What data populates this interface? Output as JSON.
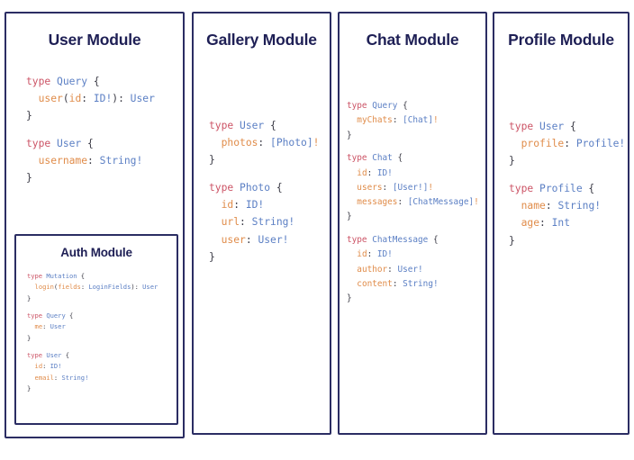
{
  "background": "#ffffff",
  "theme": {
    "border_color": "#2b2d63",
    "title_color": "#1e1f55",
    "keyword_color": "#cc5466",
    "typename_color": "#5b7fc4",
    "field_color": "#e08c4a",
    "punctuation_color": "#3b3b46"
  },
  "panels": {
    "user": {
      "title": "User Module",
      "blocks": [
        {
          "lines": [
            [
              {
                "t": "type ",
                "c": "k"
              },
              {
                "t": "Query",
                "c": "t"
              },
              {
                "t": " {",
                "c": "p"
              }
            ],
            [
              {
                "t": "  ",
                "c": "p"
              },
              {
                "t": "user",
                "c": "f"
              },
              {
                "t": "(",
                "c": "p"
              },
              {
                "t": "id",
                "c": "f"
              },
              {
                "t": ": ",
                "c": "p"
              },
              {
                "t": "ID!",
                "c": "t"
              },
              {
                "t": "): ",
                "c": "p"
              },
              {
                "t": "User",
                "c": "t"
              }
            ],
            [
              {
                "t": "}",
                "c": "p"
              }
            ]
          ]
        },
        {
          "lines": [
            [
              {
                "t": "type ",
                "c": "k"
              },
              {
                "t": "User",
                "c": "t"
              },
              {
                "t": " {",
                "c": "p"
              }
            ],
            [
              {
                "t": "  ",
                "c": "p"
              },
              {
                "t": "username",
                "c": "f"
              },
              {
                "t": ": ",
                "c": "p"
              },
              {
                "t": "String!",
                "c": "t"
              }
            ],
            [
              {
                "t": "}",
                "c": "p"
              }
            ]
          ]
        }
      ],
      "nested": {
        "auth": {
          "title": "Auth Module",
          "blocks": [
            {
              "lines": [
                [
                  {
                    "t": "type ",
                    "c": "k"
                  },
                  {
                    "t": "Mutation",
                    "c": "t"
                  },
                  {
                    "t": " {",
                    "c": "p"
                  }
                ],
                [
                  {
                    "t": "  ",
                    "c": "p"
                  },
                  {
                    "t": "login",
                    "c": "f"
                  },
                  {
                    "t": "(",
                    "c": "p"
                  },
                  {
                    "t": "fields",
                    "c": "f"
                  },
                  {
                    "t": ": ",
                    "c": "p"
                  },
                  {
                    "t": "LoginFields",
                    "c": "t"
                  },
                  {
                    "t": "): ",
                    "c": "p"
                  },
                  {
                    "t": "User",
                    "c": "t"
                  }
                ],
                [
                  {
                    "t": "}",
                    "c": "p"
                  }
                ]
              ]
            },
            {
              "lines": [
                [
                  {
                    "t": "type ",
                    "c": "k"
                  },
                  {
                    "t": "Query",
                    "c": "t"
                  },
                  {
                    "t": " {",
                    "c": "p"
                  }
                ],
                [
                  {
                    "t": "  ",
                    "c": "p"
                  },
                  {
                    "t": "me",
                    "c": "f"
                  },
                  {
                    "t": ": ",
                    "c": "p"
                  },
                  {
                    "t": "User",
                    "c": "t"
                  }
                ],
                [
                  {
                    "t": "}",
                    "c": "p"
                  }
                ]
              ]
            },
            {
              "lines": [
                [
                  {
                    "t": "type ",
                    "c": "k"
                  },
                  {
                    "t": "User",
                    "c": "t"
                  },
                  {
                    "t": " {",
                    "c": "p"
                  }
                ],
                [
                  {
                    "t": "  ",
                    "c": "p"
                  },
                  {
                    "t": "id",
                    "c": "f"
                  },
                  {
                    "t": ": ",
                    "c": "p"
                  },
                  {
                    "t": "ID!",
                    "c": "t"
                  }
                ],
                [
                  {
                    "t": "  ",
                    "c": "p"
                  },
                  {
                    "t": "email",
                    "c": "f"
                  },
                  {
                    "t": ": ",
                    "c": "p"
                  },
                  {
                    "t": "String!",
                    "c": "t"
                  }
                ],
                [
                  {
                    "t": "}",
                    "c": "p"
                  }
                ]
              ]
            }
          ]
        }
      }
    },
    "gallery": {
      "title": "Gallery Module",
      "blocks": [
        {
          "lines": [
            [
              {
                "t": "type ",
                "c": "k"
              },
              {
                "t": "User",
                "c": "t"
              },
              {
                "t": " {",
                "c": "p"
              }
            ],
            [
              {
                "t": "  ",
                "c": "p"
              },
              {
                "t": "photos",
                "c": "f"
              },
              {
                "t": ": ",
                "c": "p"
              },
              {
                "t": "[Photo]",
                "c": "t"
              },
              {
                "t": "!",
                "c": "f"
              }
            ],
            [
              {
                "t": "}",
                "c": "p"
              }
            ]
          ]
        },
        {
          "lines": [
            [
              {
                "t": "type ",
                "c": "k"
              },
              {
                "t": "Photo",
                "c": "t"
              },
              {
                "t": " {",
                "c": "p"
              }
            ],
            [
              {
                "t": "  ",
                "c": "p"
              },
              {
                "t": "id",
                "c": "f"
              },
              {
                "t": ": ",
                "c": "p"
              },
              {
                "t": "ID!",
                "c": "t"
              }
            ],
            [
              {
                "t": "  ",
                "c": "p"
              },
              {
                "t": "url",
                "c": "f"
              },
              {
                "t": ": ",
                "c": "p"
              },
              {
                "t": "String!",
                "c": "t"
              }
            ],
            [
              {
                "t": "  ",
                "c": "p"
              },
              {
                "t": "user",
                "c": "f"
              },
              {
                "t": ": ",
                "c": "p"
              },
              {
                "t": "User!",
                "c": "t"
              }
            ],
            [
              {
                "t": "}",
                "c": "p"
              }
            ]
          ]
        }
      ]
    },
    "chat": {
      "title": "Chat Module",
      "blocks": [
        {
          "lines": [
            [
              {
                "t": "type ",
                "c": "k"
              },
              {
                "t": "Query",
                "c": "t"
              },
              {
                "t": " {",
                "c": "p"
              }
            ],
            [
              {
                "t": "  ",
                "c": "p"
              },
              {
                "t": "myChats",
                "c": "f"
              },
              {
                "t": ": ",
                "c": "p"
              },
              {
                "t": "[Chat]",
                "c": "t"
              },
              {
                "t": "!",
                "c": "f"
              }
            ],
            [
              {
                "t": "}",
                "c": "p"
              }
            ]
          ]
        },
        {
          "lines": [
            [
              {
                "t": "type ",
                "c": "k"
              },
              {
                "t": "Chat",
                "c": "t"
              },
              {
                "t": " {",
                "c": "p"
              }
            ],
            [
              {
                "t": "  ",
                "c": "p"
              },
              {
                "t": "id",
                "c": "f"
              },
              {
                "t": ": ",
                "c": "p"
              },
              {
                "t": "ID!",
                "c": "t"
              }
            ],
            [
              {
                "t": "  ",
                "c": "p"
              },
              {
                "t": "users",
                "c": "f"
              },
              {
                "t": ": ",
                "c": "p"
              },
              {
                "t": "[User!]",
                "c": "t"
              },
              {
                "t": "!",
                "c": "f"
              }
            ],
            [
              {
                "t": "  ",
                "c": "p"
              },
              {
                "t": "messages",
                "c": "f"
              },
              {
                "t": ": ",
                "c": "p"
              },
              {
                "t": "[ChatMessage]",
                "c": "t"
              },
              {
                "t": "!",
                "c": "f"
              }
            ],
            [
              {
                "t": "}",
                "c": "p"
              }
            ]
          ]
        },
        {
          "lines": [
            [
              {
                "t": "type ",
                "c": "k"
              },
              {
                "t": "ChatMessage",
                "c": "t"
              },
              {
                "t": " {",
                "c": "p"
              }
            ],
            [
              {
                "t": "  ",
                "c": "p"
              },
              {
                "t": "id",
                "c": "f"
              },
              {
                "t": ": ",
                "c": "p"
              },
              {
                "t": "ID!",
                "c": "t"
              }
            ],
            [
              {
                "t": "  ",
                "c": "p"
              },
              {
                "t": "author",
                "c": "f"
              },
              {
                "t": ": ",
                "c": "p"
              },
              {
                "t": "User!",
                "c": "t"
              }
            ],
            [
              {
                "t": "  ",
                "c": "p"
              },
              {
                "t": "content",
                "c": "f"
              },
              {
                "t": ": ",
                "c": "p"
              },
              {
                "t": "String!",
                "c": "t"
              }
            ],
            [
              {
                "t": "}",
                "c": "p"
              }
            ]
          ]
        }
      ]
    },
    "profile": {
      "title": "Profile Module",
      "blocks": [
        {
          "lines": [
            [
              {
                "t": "type ",
                "c": "k"
              },
              {
                "t": "User",
                "c": "t"
              },
              {
                "t": " {",
                "c": "p"
              }
            ],
            [
              {
                "t": "  ",
                "c": "p"
              },
              {
                "t": "profile",
                "c": "f"
              },
              {
                "t": ": ",
                "c": "p"
              },
              {
                "t": "Profile!",
                "c": "t"
              }
            ],
            [
              {
                "t": "}",
                "c": "p"
              }
            ]
          ]
        },
        {
          "lines": [
            [
              {
                "t": "type ",
                "c": "k"
              },
              {
                "t": "Profile",
                "c": "t"
              },
              {
                "t": " {",
                "c": "p"
              }
            ],
            [
              {
                "t": "  ",
                "c": "p"
              },
              {
                "t": "name",
                "c": "f"
              },
              {
                "t": ": ",
                "c": "p"
              },
              {
                "t": "String!",
                "c": "t"
              }
            ],
            [
              {
                "t": "  ",
                "c": "p"
              },
              {
                "t": "age",
                "c": "f"
              },
              {
                "t": ": ",
                "c": "p"
              },
              {
                "t": "Int",
                "c": "t"
              }
            ],
            [
              {
                "t": "}",
                "c": "p"
              }
            ]
          ]
        }
      ]
    }
  }
}
